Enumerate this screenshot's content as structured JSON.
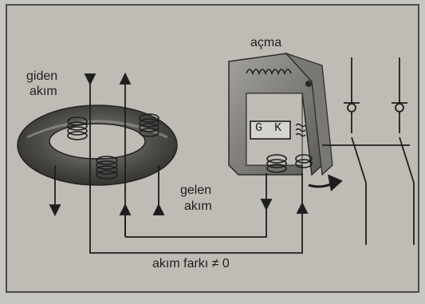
{
  "labels": {
    "outgoing_line1": "giden",
    "outgoing_line2": "akım",
    "incoming_line1": "gelen",
    "incoming_line2": "akım",
    "trip": "açma",
    "sensor": "G K",
    "difference": "akım farkı ≠ 0"
  },
  "colors": {
    "background": "#c8c6c1",
    "panel": "#bfbcb5",
    "ink": "#1e1e1e",
    "toroid": "#4a4846",
    "trip_device": "#6e6c69"
  },
  "icons": {
    "waves": "waves-icon",
    "arrow": "output-arrow-icon"
  }
}
